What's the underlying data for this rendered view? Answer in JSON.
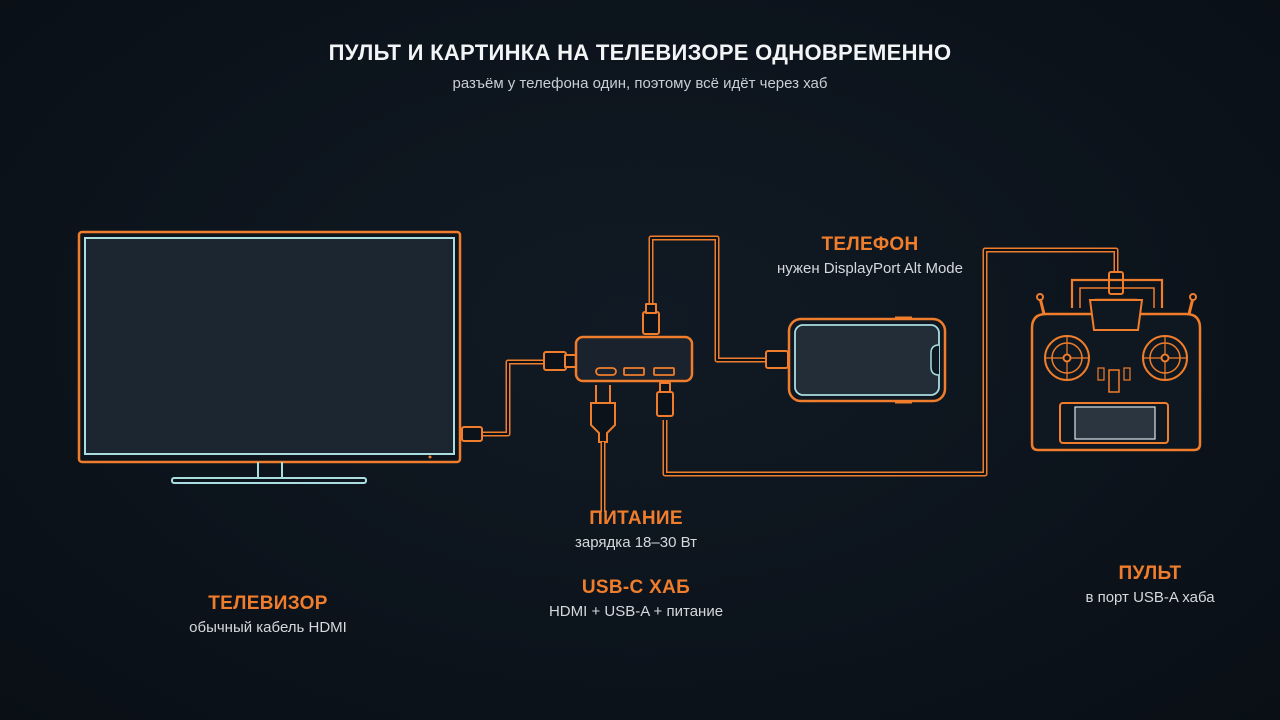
{
  "header": {
    "title": "ПУЛЬТ И КАРТИНКА НА ТЕЛЕВИЗОРЕ ОДНОВРЕМЕННО",
    "subtitle": "разъём у телефона один, поэтому всё идёт через хаб"
  },
  "labels": {
    "phone": {
      "title": "ТЕЛЕФОН",
      "note": "нужен DisplayPort Alt Mode"
    },
    "power": {
      "title": "ПИТАНИЕ",
      "note": "зарядка 18–30 Вт"
    },
    "hub": {
      "title": "USB-C ХАБ",
      "note": "HDMI + USB-A + питание"
    },
    "tv": {
      "title": "ТЕЛЕВИЗОР",
      "note": "обычный кабель HDMI"
    },
    "remote": {
      "title": "ПУЛЬТ",
      "note": "в порт USB-A хаба"
    }
  },
  "colors": {
    "accent": "#f07d2c",
    "screen_outline": "#a9dde0",
    "background": "#0b121a",
    "title_text": "#f2f4f6",
    "note_text": "#d5d9de"
  },
  "icons": [
    "tv-icon",
    "usb-c-hub-icon",
    "phone-icon",
    "power-plug-icon",
    "rc-transmitter-icon",
    "hdmi-cable-icon",
    "usb-cable-icon"
  ]
}
